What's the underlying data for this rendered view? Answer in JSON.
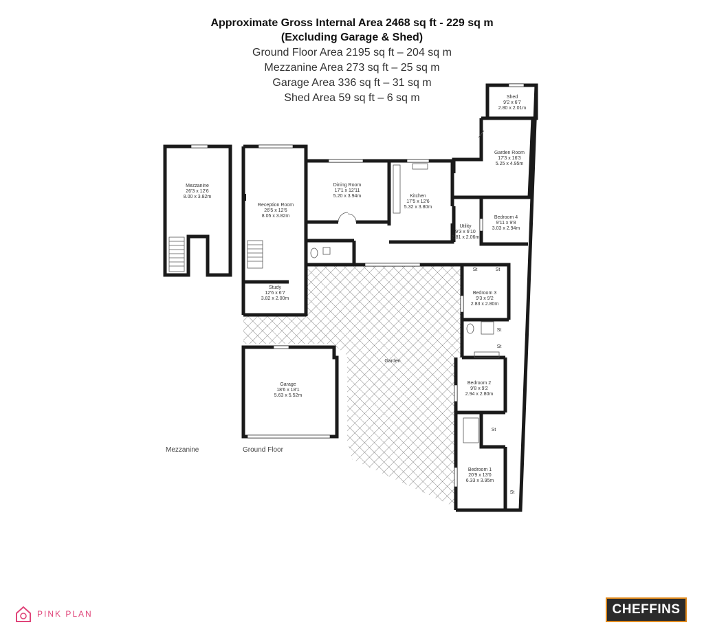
{
  "header": {
    "line1": "Approximate Gross Internal Area 2468 sq ft - 229 sq m",
    "line2": "(Excluding Garage & Shed)",
    "line3": "Ground Floor Area 2195 sq ft – 204 sq m",
    "line4": "Mezzanine Area 273 sq ft – 25 sq m",
    "line5": "Garage Area 336 sq ft – 31 sq m",
    "line6": "Shed Area 59 sq ft – 6 sq m"
  },
  "rooms": {
    "mezzanine": {
      "name": "Mezzanine",
      "imperial": "26'3 x 12'6",
      "metric": "8.00 x 3.82m"
    },
    "reception": {
      "name": "Reception Room",
      "imperial": "26'5 x 12'6",
      "metric": "8.05 x 3.82m"
    },
    "dining": {
      "name": "Dining Room",
      "imperial": "17'1 x 12'11",
      "metric": "5.20 x 3.94m"
    },
    "kitchen": {
      "name": "Kitchen",
      "imperial": "17'5 x 12'6",
      "metric": "5.32 x 3.80m"
    },
    "shed": {
      "name": "Shed",
      "imperial": "9'2 x 6'7",
      "metric": "2.80 x 2.01m"
    },
    "garden_room": {
      "name": "Garden Room",
      "imperial": "17'3 x 16'3",
      "metric": "5.25 x 4.95m"
    },
    "utility": {
      "name": "Utility",
      "imperial": "9'3 x 6'10",
      "metric": "2.81 x 2.06m"
    },
    "bedroom4": {
      "name": "Bedroom 4",
      "imperial": "9'11 x 9'8",
      "metric": "3.03 x 2.94m"
    },
    "study": {
      "name": "Study",
      "imperial": "12'6 x 6'7",
      "metric": "3.82 x 2.00m"
    },
    "bedroom3": {
      "name": "Bedroom 3",
      "imperial": "9'3 x 9'2",
      "metric": "2.83 x 2.80m"
    },
    "garden": {
      "name": "Garden"
    },
    "garage": {
      "name": "Garage",
      "imperial": "18'6 x 18'1",
      "metric": "5.63 x 5.52m"
    },
    "bedroom2": {
      "name": "Bedroom 2",
      "imperial": "9'8 x 9'2",
      "metric": "2.94 x 2.80m"
    },
    "bedroom1": {
      "name": "Bedroom 1",
      "imperial": "20'9 x 13'0",
      "metric": "6.33 x 3.95m"
    }
  },
  "labels": {
    "storage": "St",
    "mezzanine_caption": "Mezzanine",
    "ground_caption": "Ground Floor"
  },
  "branding": {
    "pink_plan": "PINK PLAN",
    "cheffins": "CHEFFINS"
  },
  "colors": {
    "wall": "#1a1a1a",
    "pink": "#e0457a",
    "cheffins_bg": "#2b2b2b",
    "cheffins_border": "#e08a1e"
  }
}
